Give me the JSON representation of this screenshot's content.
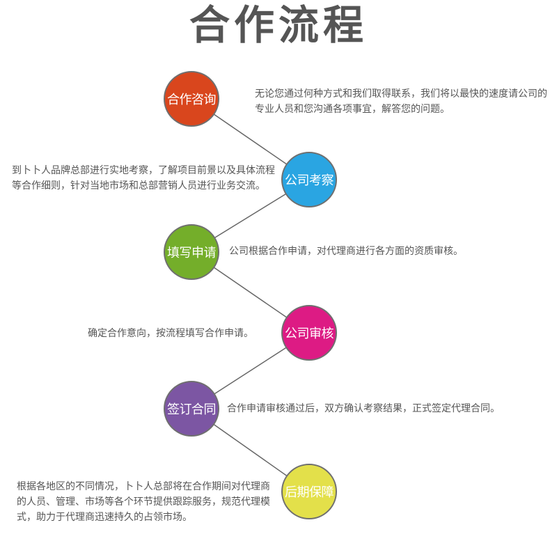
{
  "title": "合作流程",
  "steps": [
    {
      "label": "合作咨询",
      "color": "#d9461d",
      "description": "无论您通过何种方式和我们取得联系，我们将以最快的速度请公司的专业人员和您沟通各项事宜，解答您的问题。"
    },
    {
      "label": "公司考察",
      "color": "#2aa5e2",
      "description": "到卜卜人品牌总部进行实地考察，了解项目前景以及具体流程等合作细则，针对当地市场和总部营销人员进行业务交流。"
    },
    {
      "label": "填写申请",
      "color": "#74ae2a",
      "description": "公司根据合作申请，对代理商进行各方面的资质审核。"
    },
    {
      "label": "公司审核",
      "color": "#dd1b84",
      "description": "确定合作意向，按流程填写合作申请。"
    },
    {
      "label": "签订合同",
      "color": "#7c56a3",
      "description": "合作申请审核通过后，双方确认考察结果，正式签定代理合同。"
    },
    {
      "label": "后期保障",
      "color": "#e3e04a",
      "description": "根据各地区的不同情况，卜卜人总部将在合作期间对代理商的人员、管理、市场等各个环节提供跟踪服务，规范代理模式，助力于代理商迅速持久的占领市场。"
    }
  ]
}
